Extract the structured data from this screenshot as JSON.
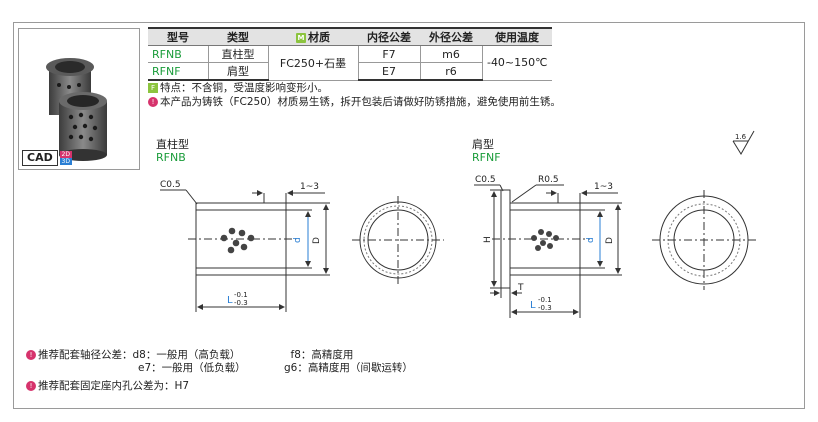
{
  "table": {
    "headers": [
      "型号",
      "类型",
      "材质",
      "内径公差",
      "外径公差",
      "使用温度"
    ],
    "material_icon": "M",
    "rows": [
      {
        "model": "RFNB",
        "type": "直柱型",
        "inner_tol": "F7",
        "outer_tol": "m6"
      },
      {
        "model": "RFNF",
        "type": "肩型",
        "inner_tol": "E7",
        "outer_tol": "r6"
      }
    ],
    "material": "FC250+石墨",
    "temperature": "-40~150℃"
  },
  "notes": {
    "feature_icon": "F",
    "feature": "特点：不含铜，受温度影响变形小。",
    "warning": "本产品为铸铁（FC250）材质易生锈，拆开包装后请做好防锈措施，避免使用前生锈。"
  },
  "cad": {
    "label": "CAD",
    "tags": [
      "2D",
      "3D"
    ]
  },
  "drawing_a": {
    "title": "直柱型",
    "code": "RFNB",
    "chamfer": "C0.5",
    "offset": "1~3",
    "d": "d",
    "D": "D",
    "L": "L",
    "tol_upper": "-0.1",
    "tol_lower": "-0.3"
  },
  "drawing_b": {
    "title": "肩型",
    "code": "RFNF",
    "chamfer": "C0.5",
    "radius": "R0.5",
    "offset": "1~3",
    "H": "H",
    "d": "d",
    "D": "D",
    "T": "T",
    "L": "L",
    "tol_upper": "-0.1",
    "tol_lower": "-0.3"
  },
  "roughness": "1.6",
  "recommend": {
    "shaft_label": "推荐配套轴径公差：",
    "d8": "d8：一般用（高负载）",
    "f8": "f8：高精度用",
    "e7": "e7：一般用（低负载）",
    "g6": "g6：高精度用（间歇运转）",
    "housing": "推荐配套固定座内孔公差为：H7"
  },
  "colors": {
    "green": "#1a9c3a",
    "blue": "#2a7fd4",
    "warn": "#d6336c",
    "icon_green": "#8cc43f"
  }
}
